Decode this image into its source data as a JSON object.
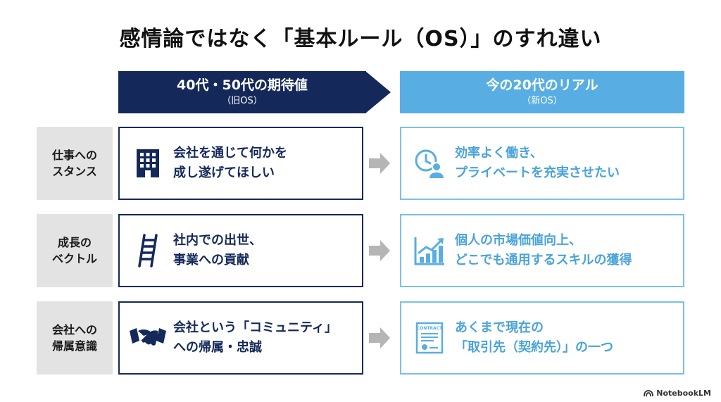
{
  "title": "感情論ではなく「基本ルール（OS）」のすれ違い",
  "header_left": {
    "title": "40代・50代の期待値",
    "sub": "（旧OS）"
  },
  "header_right": {
    "title": "今の20代のリアル",
    "sub": "（新OS）"
  },
  "rows": [
    {
      "label": [
        "仕事への",
        "スタンス"
      ],
      "old": [
        "会社を通じて何かを",
        "成し遂げてほしい"
      ],
      "new": [
        "効率よく働き、",
        "プライベートを充実させたい"
      ],
      "old_icon": "building-icon",
      "new_icon": "clock-person-icon"
    },
    {
      "label": [
        "成長の",
        "ベクトル"
      ],
      "old": [
        "社内での出世、",
        "事業への貢献"
      ],
      "new": [
        "個人の市場価値向上、",
        "どこでも通用するスキルの獲得"
      ],
      "old_icon": "ladder-icon",
      "new_icon": "growth-chart-icon"
    },
    {
      "label": [
        "会社への",
        "帰属意識"
      ],
      "old": [
        "会社という「コミュニティ」",
        "への帰属・忠誠"
      ],
      "new": [
        "あくまで現在の",
        "「取引先（契約先）」の一つ"
      ],
      "old_icon": "handshake-icon",
      "new_icon": "contract-icon"
    }
  ],
  "contract_icon_text": "CONTRACT",
  "footer": "NotebookLM",
  "colors": {
    "navy": "#14295a",
    "light_blue": "#58aee2",
    "label_gray": "#e3e3e3",
    "arrow_gray": "#b5b5b5"
  }
}
